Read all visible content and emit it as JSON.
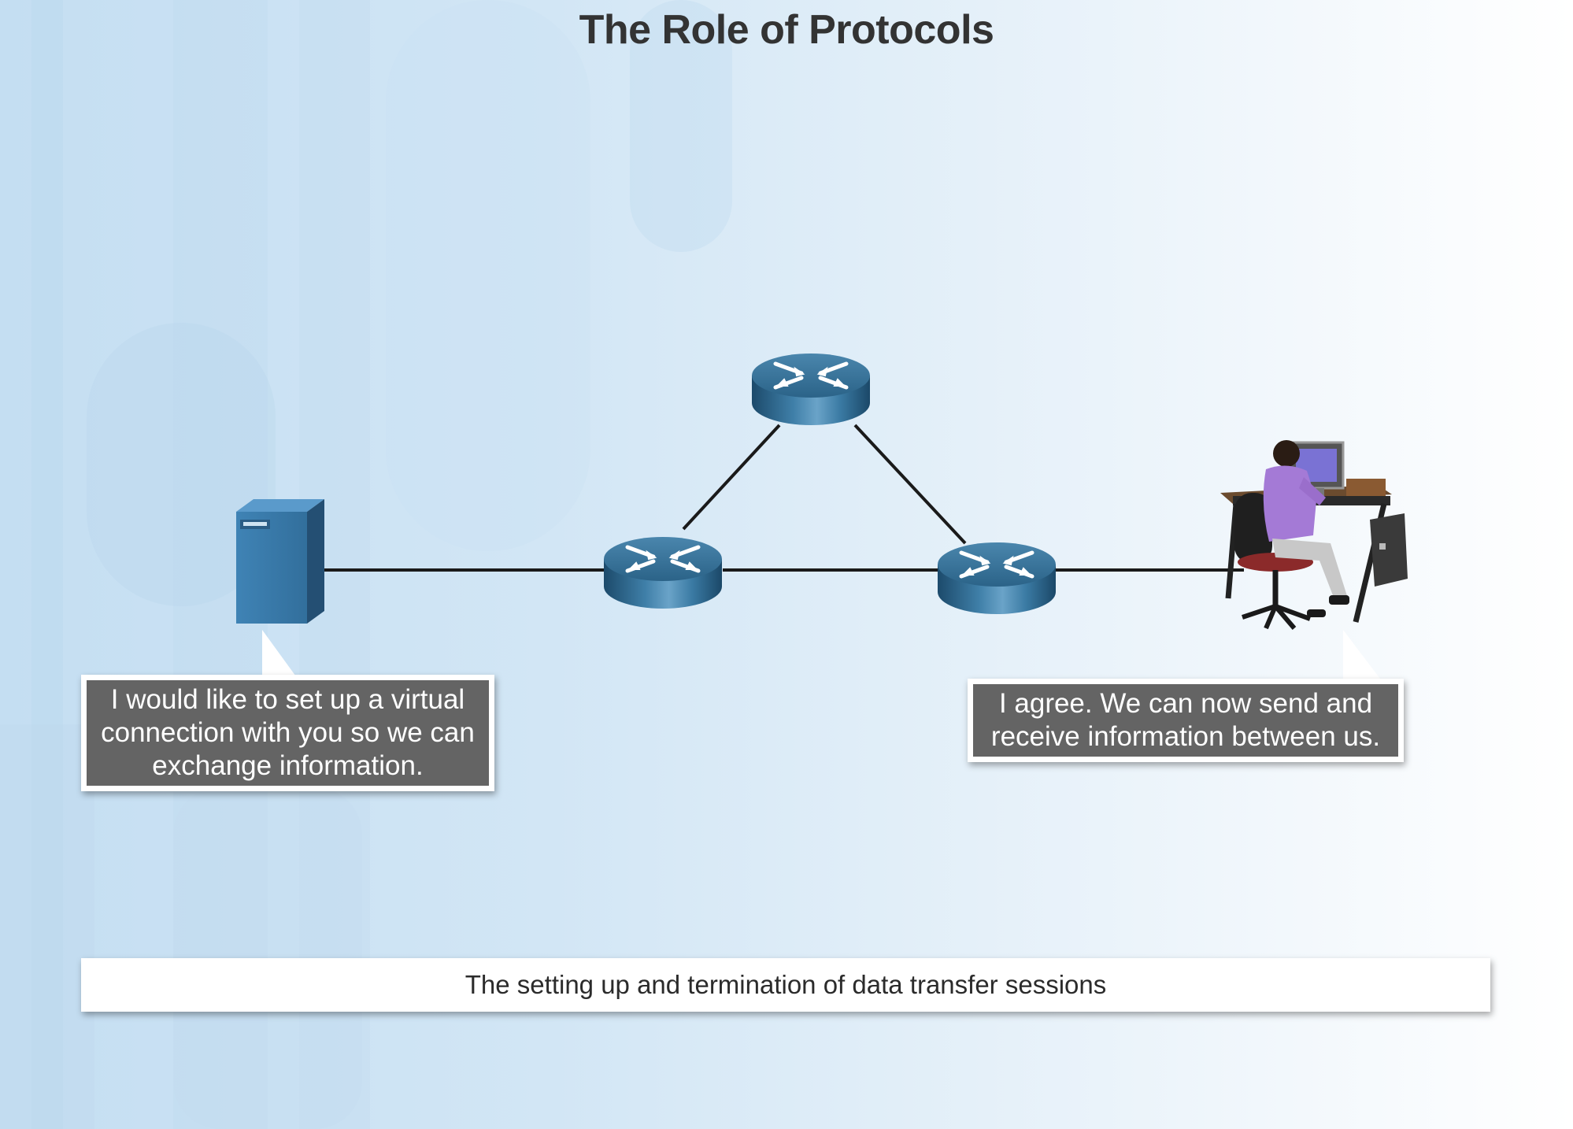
{
  "slide": {
    "title": "The Role of Protocols",
    "caption": "The setting up and termination of data transfer sessions"
  },
  "bubbles": {
    "left": [
      "I would like to set up a virtual",
      "connection with you so we can",
      "exchange information."
    ],
    "right": [
      "I agree. We can now send and",
      "receive information between us."
    ]
  },
  "diagram": {
    "nodes": [
      {
        "id": "server",
        "type": "server"
      },
      {
        "id": "router-left",
        "type": "router"
      },
      {
        "id": "router-top",
        "type": "router"
      },
      {
        "id": "router-right",
        "type": "router"
      },
      {
        "id": "user-workstation",
        "type": "workstation-user"
      }
    ],
    "links": [
      [
        "server",
        "router-left"
      ],
      [
        "router-left",
        "router-top"
      ],
      [
        "router-top",
        "router-right"
      ],
      [
        "router-left",
        "router-right"
      ],
      [
        "router-right",
        "user-workstation"
      ]
    ]
  },
  "colors": {
    "router": "#2f6a92",
    "server": "#3a7cab",
    "bubble": "#646464",
    "title": "#333333",
    "user_shirt": "#a47ad6"
  }
}
